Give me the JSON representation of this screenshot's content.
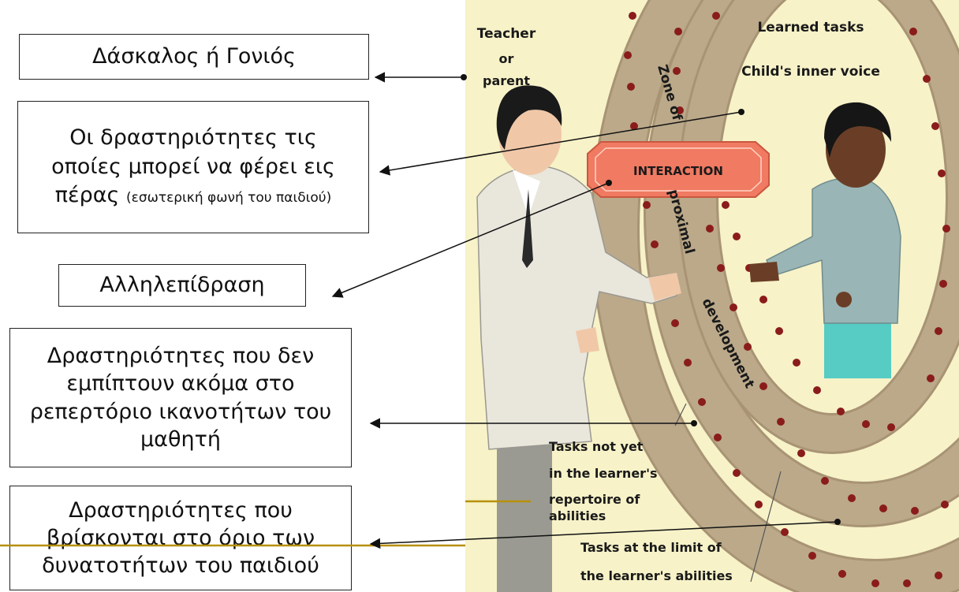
{
  "boxes": {
    "teacher": "Δάσκαλος ή Γονιός",
    "inner_voice_main": "Οι δραστηριότητες τις οποίες μπορεί να φέρει εις πέρας",
    "inner_voice_small": "(εσωτερική φωνή του παιδιού)",
    "interaction": "Αλληλεπίδραση",
    "not_yet": "Δραστηριότητες που δεν εμπίπτουν ακόμα στο ρεπερτόριο ικανοτήτων του μαθητή",
    "limit": "Δραστηριότητες που βρίσκονται στο όριο των δυνατοτήτων του παιδιού"
  },
  "illustration": {
    "teacher_or_parent": [
      "Teacher",
      "or",
      "parent"
    ],
    "learned_tasks": "Learned tasks",
    "inner_voice": "Child's inner voice",
    "interaction_sign": "INTERACTION",
    "zone_of": "Zone of",
    "proximal": "proximal",
    "development": "development",
    "not_yet": [
      "Tasks not yet",
      "in the learner's",
      "repertoire of",
      "abilities"
    ],
    "at_limit": [
      "Tasks at the limit of",
      "the learner's abilities"
    ]
  },
  "colors": {
    "ring": "#bba98a",
    "dot": "#8a1c1c",
    "background": "#f7f2c8",
    "sign": "#f07a62",
    "highlight_line": "#b8900a"
  }
}
